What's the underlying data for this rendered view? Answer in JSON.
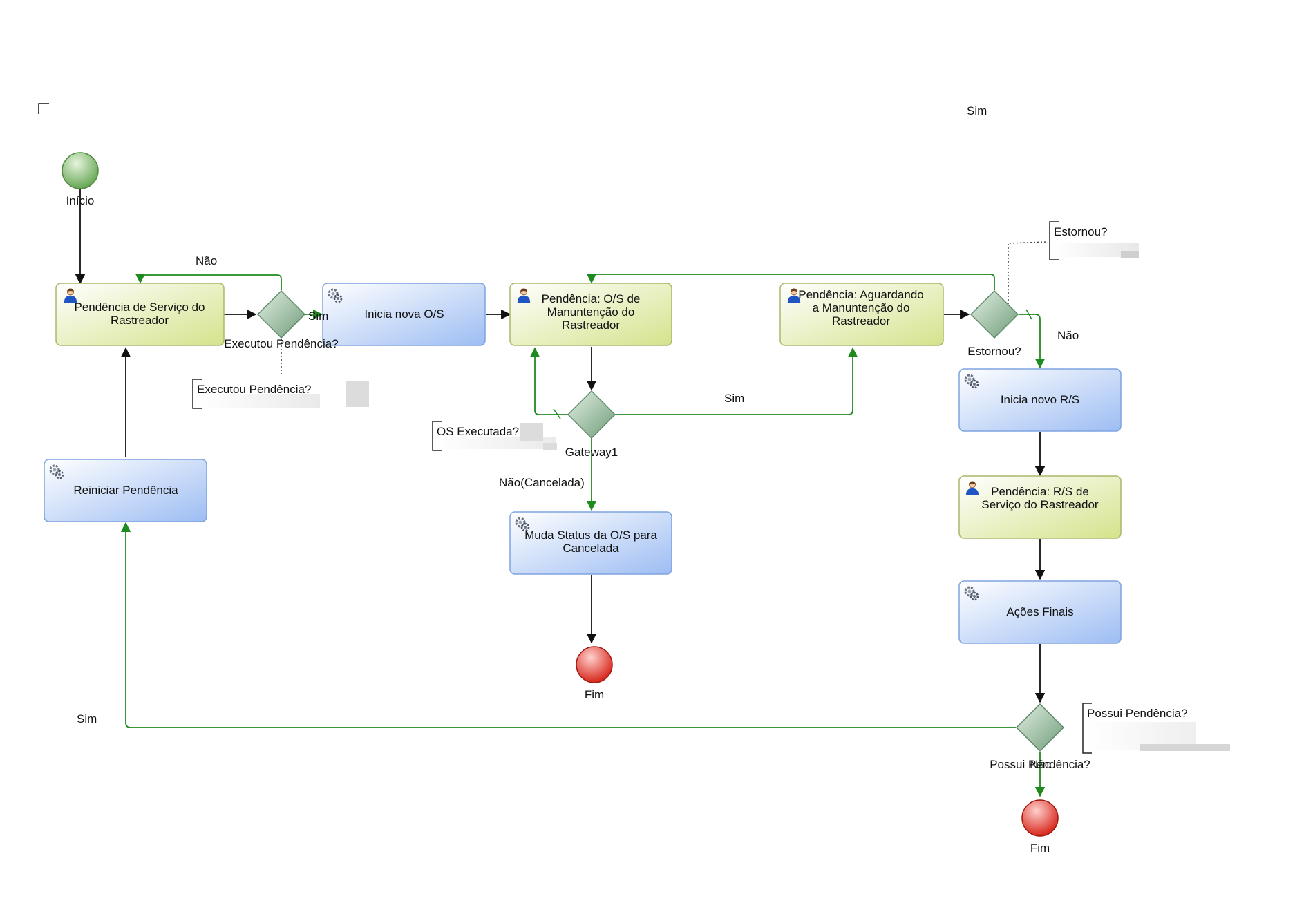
{
  "diagram": {
    "events": {
      "start": {
        "label": "Início"
      },
      "end1": {
        "label": "Fim"
      },
      "end2": {
        "label": "Fim"
      }
    },
    "tasks": {
      "pendencia_servico": {
        "lines": [
          "Pendência de Serviço do",
          "Rastreador"
        ]
      },
      "inicia_os": {
        "lines": [
          "Inicia nova O/S"
        ]
      },
      "pendencia_os": {
        "lines": [
          "Pendência: O/S de",
          "Manuntenção do",
          "Rastreador"
        ]
      },
      "pendencia_aguardando": {
        "lines": [
          "Pendência: Aguardando",
          "a Manuntenção do",
          "Rastreador"
        ]
      },
      "inicia_rs": {
        "lines": [
          "Inicia novo R/S"
        ]
      },
      "pendencia_rs": {
        "lines": [
          "Pendência: R/S de",
          "Serviço do Rastreador"
        ]
      },
      "acoes_finais": {
        "lines": [
          "Ações Finais"
        ]
      },
      "reiniciar": {
        "lines": [
          "Reiniciar Pendência"
        ]
      },
      "muda_status": {
        "lines": [
          "Muda Status da O/S para",
          "Cancelada"
        ]
      }
    },
    "gateways": {
      "executou": {
        "label": "Executou Pendência?"
      },
      "gateway1": {
        "label": "Gateway1"
      },
      "estornou": {
        "label": "Estornou?"
      },
      "possui": {
        "label": "Possui Pendência?"
      }
    },
    "edge_labels": {
      "nao_top": "Não",
      "sim_executou": "Sim",
      "sim_gateway1": "Sim",
      "nao_cancelada": "Não(Cancelada)",
      "sim_estornou": "Sim",
      "nao_estornou": "Não",
      "sim_possui": "Sim",
      "nao_possui": "Não"
    },
    "annotations": {
      "executou": "Executou Pendência?",
      "os_executada": "OS Executada?",
      "estornou": "Estornou?",
      "possui": "Possui Pendência?"
    }
  },
  "colors": {
    "human_task_fill": "#dbe89a",
    "service_task_fill": "#a9c4f5",
    "gateway": "#86ad8f",
    "flow_default": "#111111",
    "flow_conditional": "#1f8a1f",
    "start_event": "#6fb35e",
    "end_event": "#e0281e"
  }
}
